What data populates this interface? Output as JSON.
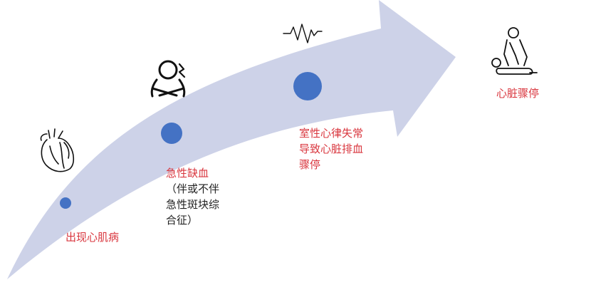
{
  "colors": {
    "arrow_fill": "#cdd2e8",
    "dot_fill": "#4472c4",
    "label_red": "#d9363e",
    "label_gray": "#222222",
    "icon_stroke": "#111111"
  },
  "stages": [
    {
      "label": "出现心肌病",
      "icon": "heart-icon"
    },
    {
      "label": "急性缺血",
      "sub": "（伴或不伴\n急性斑块综\n合征）",
      "icon": "stressed-person-icon"
    },
    {
      "label": "室性心律失常\n导致心脏排血\n骤停",
      "icon": "heartbeat-icon"
    },
    {
      "label": "心脏骤停",
      "icon": "cpr-icon"
    }
  ]
}
